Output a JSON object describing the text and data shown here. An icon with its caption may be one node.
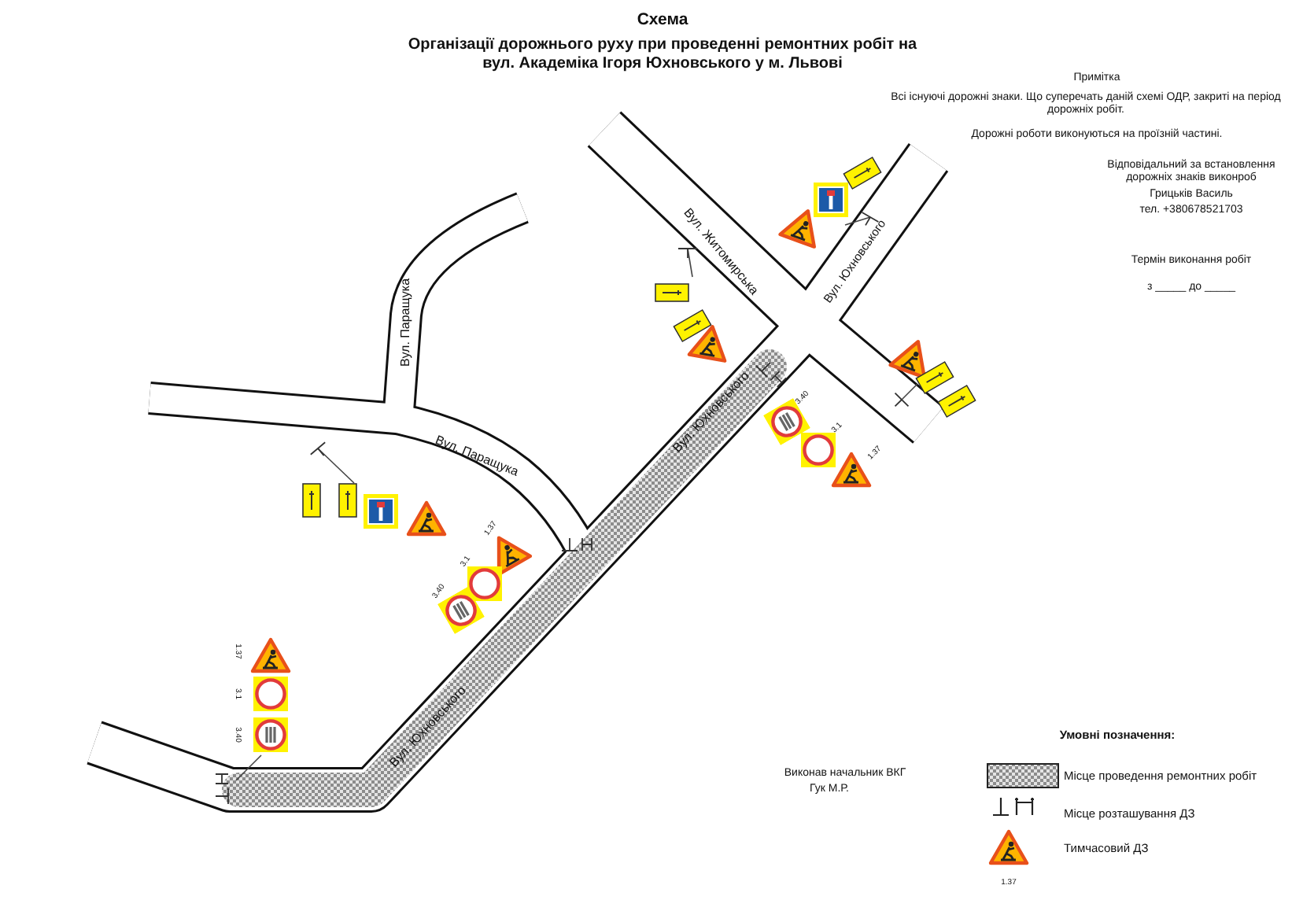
{
  "diagram": {
    "title": "Схема",
    "labels": [
      "Організації дорожнього руху при проведенні ремонтних робіт на вул. Академіка Ігоря Юхновського у м. Львові",
      "Примітка",
      "Всі існуючі дорожні знаки. Що суперечать даній схемі ОДР, закриті на період дорожніх робіт.",
      "Дорожні роботи виконуються на проїзній частині.",
      "Відповідальний за встановлення дорожніх знаків виконроб",
      "Грицьків Василь",
      "тел. +380678521703",
      "Вул. Житомирська",
      "Вул. Юхновського",
      "Термін виконання робіт",
      "з _____ до _____",
      "Вул. Паращука",
      "Вул. Юхновського",
      "Вул. Паращука",
      "3.40",
      "3.1",
      "1.37",
      "1.37",
      "3.1",
      "3.40",
      "1.37",
      "3.1",
      "3.40",
      "Вул. Юхновського",
      "Умовні позначення:",
      "Виконав начальник ВКГ",
      "Гук М.Р.",
      "1.37"
    ],
    "legend": [
      {
        "text": "Місце проведення ремонтних робіт"
      },
      {
        "text": "Місце розташування ДЗ"
      },
      {
        "text": "Тимчасовий ДЗ"
      }
    ]
  }
}
